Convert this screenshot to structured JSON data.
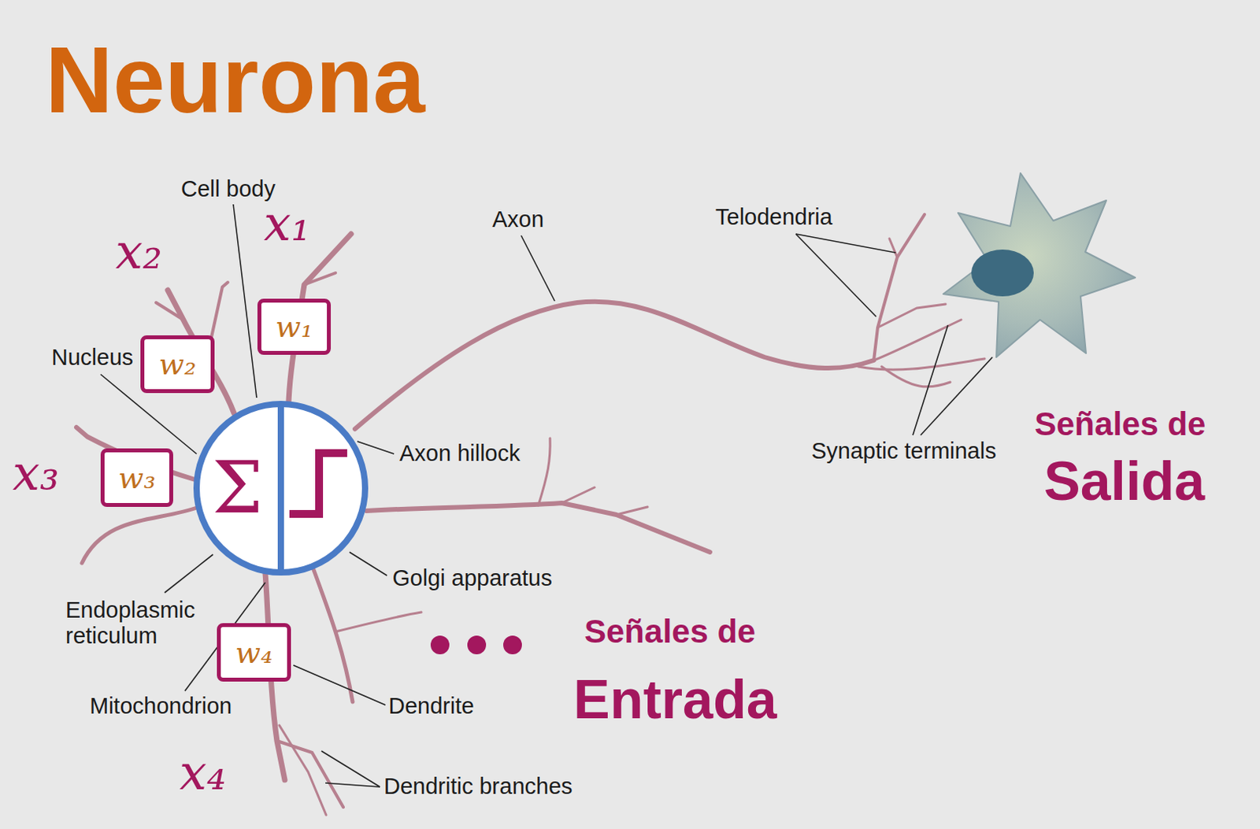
{
  "diagram": {
    "title": "Neurona",
    "nodes": [
      {
        "text": [
          "w₁"
        ]
      },
      {
        "text": [
          "w₂"
        ]
      },
      {
        "text": [
          "Σ"
        ]
      },
      {
        "text": [
          "w₃"
        ]
      },
      {
        "text": [
          "w₄"
        ]
      }
    ],
    "labels": [
      "Cell body",
      "x₁",
      "x₂",
      "Axon",
      "Telodendria",
      "Nucleus",
      "Axon hillock",
      "x₃",
      "Synaptic terminals",
      "Señales de",
      "Salida",
      "Golgi apparatus",
      "Endoplasmic reticulum",
      "Señales de",
      "Mitochondrion",
      "Dendrite",
      "Entrada",
      "Dendritic branches",
      "x₄"
    ]
  }
}
